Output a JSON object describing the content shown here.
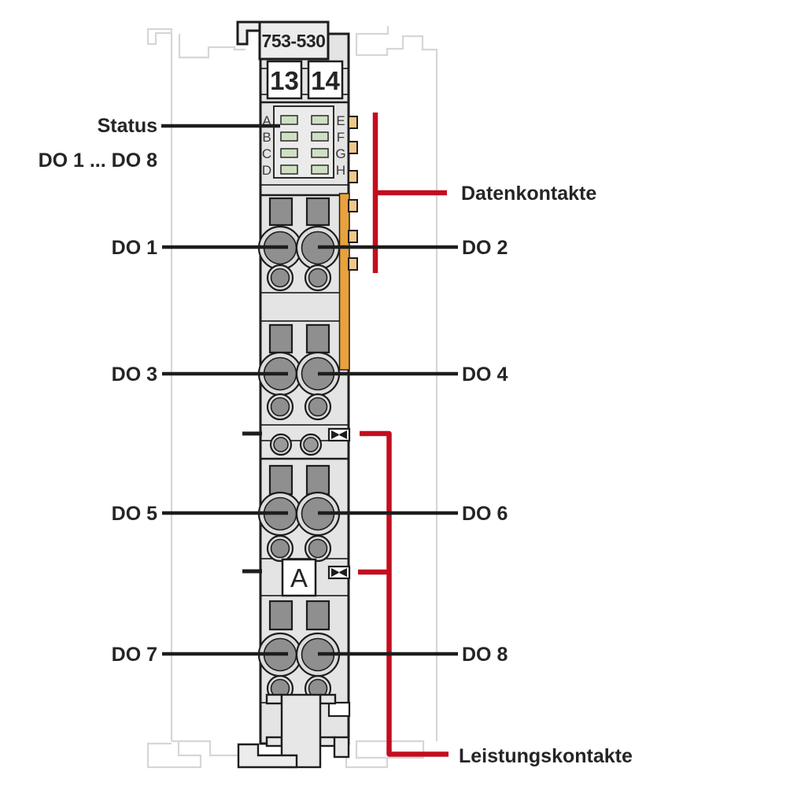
{
  "module": {
    "part_number": "753-530",
    "terminal_numbers": [
      "13",
      "14"
    ],
    "led_rows_left": [
      "A",
      "B",
      "C",
      "D"
    ],
    "led_rows_right": [
      "E",
      "F",
      "G",
      "H"
    ],
    "marking_letter": "A"
  },
  "labels": {
    "status": "Status",
    "channel_range": "DO 1 ... DO 8",
    "outputs_left": [
      "DO 1",
      "DO 3",
      "DO 5",
      "DO 7"
    ],
    "outputs_right": [
      "DO 2",
      "DO 4",
      "DO 6",
      "DO 8"
    ],
    "data_contacts": "Datenkontakte",
    "power_contacts": "Leistungskontakte"
  },
  "colors": {
    "accent_red": "#c20e1f",
    "contact_orange": "#e8a13c",
    "contact_tan": "#f2c78a",
    "led_green": "#cfe0c2",
    "module_gray": "#e4e4e4",
    "outline_black": "#1d1d1d",
    "neighbor_gray": "#d6d6d6"
  }
}
